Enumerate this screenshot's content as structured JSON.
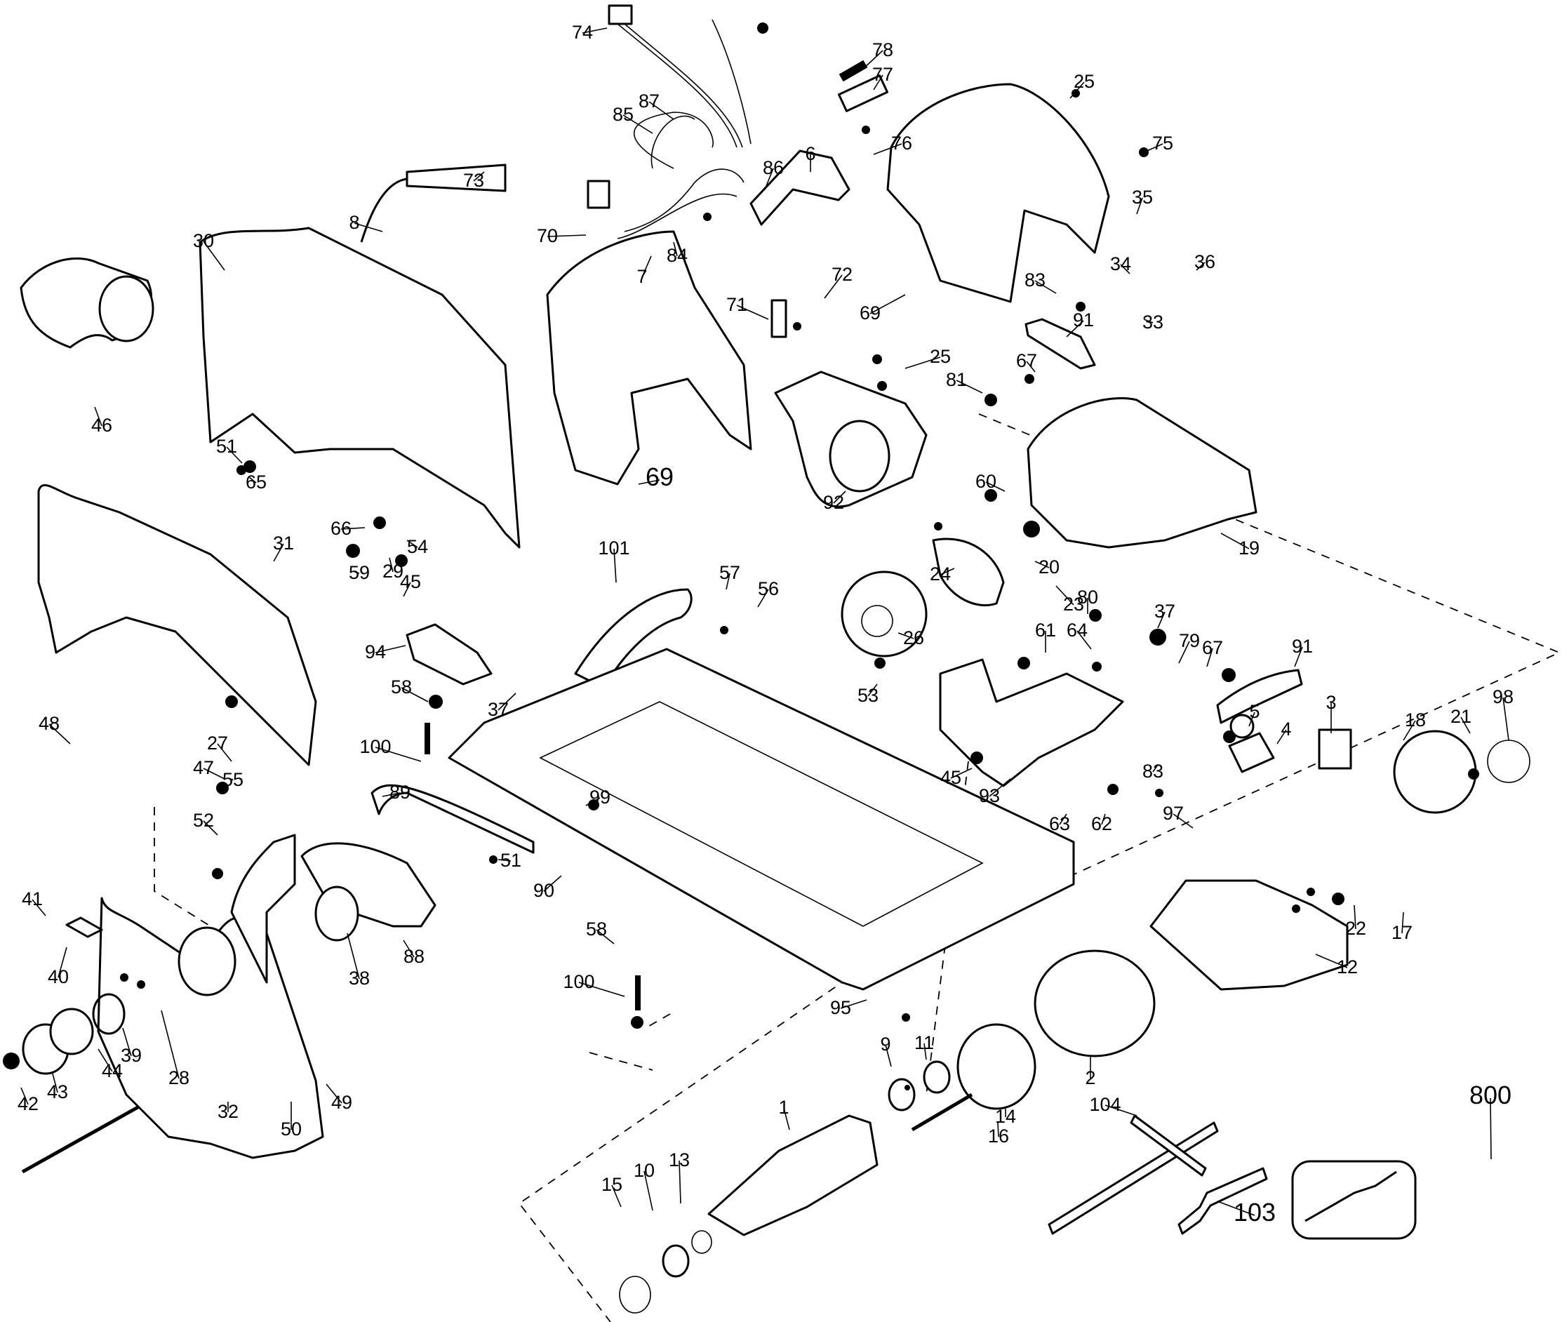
{
  "diagram": {
    "type": "exploded parts diagram",
    "subject": "circular saw",
    "callouts": [
      {
        "id": "74",
        "label": "74"
      },
      {
        "id": "78",
        "label": "78"
      },
      {
        "id": "77",
        "label": "77"
      },
      {
        "id": "87",
        "label": "87"
      },
      {
        "id": "85",
        "label": "85"
      },
      {
        "id": "25a",
        "label": "25"
      },
      {
        "id": "76",
        "label": "76"
      },
      {
        "id": "75",
        "label": "75"
      },
      {
        "id": "6",
        "label": "6"
      },
      {
        "id": "86",
        "label": "86"
      },
      {
        "id": "73",
        "label": "73"
      },
      {
        "id": "8",
        "label": "8"
      },
      {
        "id": "70",
        "label": "70"
      },
      {
        "id": "84",
        "label": "84"
      },
      {
        "id": "7",
        "label": "7"
      },
      {
        "id": "30",
        "label": "30"
      },
      {
        "id": "72",
        "label": "72"
      },
      {
        "id": "71",
        "label": "71"
      },
      {
        "id": "69a",
        "label": "69"
      },
      {
        "id": "35",
        "label": "35"
      },
      {
        "id": "34",
        "label": "34"
      },
      {
        "id": "36",
        "label": "36"
      },
      {
        "id": "33",
        "label": "33"
      },
      {
        "id": "83a",
        "label": "83"
      },
      {
        "id": "91a",
        "label": "91"
      },
      {
        "id": "46",
        "label": "46"
      },
      {
        "id": "25b",
        "label": "25"
      },
      {
        "id": "67a",
        "label": "67"
      },
      {
        "id": "81",
        "label": "81"
      },
      {
        "id": "51a",
        "label": "51"
      },
      {
        "id": "65",
        "label": "65"
      },
      {
        "id": "69b",
        "label": "69"
      },
      {
        "id": "92",
        "label": "92"
      },
      {
        "id": "60",
        "label": "60"
      },
      {
        "id": "19",
        "label": "19"
      },
      {
        "id": "66",
        "label": "66"
      },
      {
        "id": "54",
        "label": "54"
      },
      {
        "id": "31",
        "label": "31"
      },
      {
        "id": "59",
        "label": "59"
      },
      {
        "id": "29",
        "label": "29"
      },
      {
        "id": "45a",
        "label": "45"
      },
      {
        "id": "101",
        "label": "101"
      },
      {
        "id": "24",
        "label": "24"
      },
      {
        "id": "20",
        "label": "20"
      },
      {
        "id": "23",
        "label": "23"
      },
      {
        "id": "57",
        "label": "57"
      },
      {
        "id": "56",
        "label": "56"
      },
      {
        "id": "80",
        "label": "80"
      },
      {
        "id": "37a",
        "label": "37"
      },
      {
        "id": "26",
        "label": "26"
      },
      {
        "id": "94",
        "label": "94"
      },
      {
        "id": "61",
        "label": "61"
      },
      {
        "id": "64",
        "label": "64"
      },
      {
        "id": "79",
        "label": "79"
      },
      {
        "id": "67b",
        "label": "67"
      },
      {
        "id": "91b",
        "label": "91"
      },
      {
        "id": "58a",
        "label": "58"
      },
      {
        "id": "37b",
        "label": "37"
      },
      {
        "id": "53",
        "label": "53"
      },
      {
        "id": "100a",
        "label": "100"
      },
      {
        "id": "45b",
        "label": "45"
      },
      {
        "id": "93",
        "label": "93"
      },
      {
        "id": "83b",
        "label": "83"
      },
      {
        "id": "5",
        "label": "5"
      },
      {
        "id": "4",
        "label": "4"
      },
      {
        "id": "3",
        "label": "3"
      },
      {
        "id": "98",
        "label": "98"
      },
      {
        "id": "21",
        "label": "21"
      },
      {
        "id": "18",
        "label": "18"
      },
      {
        "id": "55",
        "label": "55"
      },
      {
        "id": "99",
        "label": "99"
      },
      {
        "id": "63",
        "label": "63"
      },
      {
        "id": "62",
        "label": "62"
      },
      {
        "id": "48",
        "label": "48"
      },
      {
        "id": "89",
        "label": "89"
      },
      {
        "id": "97",
        "label": "97"
      },
      {
        "id": "27",
        "label": "27"
      },
      {
        "id": "47",
        "label": "47"
      },
      {
        "id": "51b",
        "label": "51"
      },
      {
        "id": "90",
        "label": "90"
      },
      {
        "id": "52",
        "label": "52"
      },
      {
        "id": "41",
        "label": "41"
      },
      {
        "id": "88",
        "label": "88"
      },
      {
        "id": "38",
        "label": "38"
      },
      {
        "id": "22",
        "label": "22"
      },
      {
        "id": "17",
        "label": "17"
      },
      {
        "id": "12",
        "label": "12"
      },
      {
        "id": "40",
        "label": "40"
      },
      {
        "id": "58b",
        "label": "58"
      },
      {
        "id": "100b",
        "label": "100"
      },
      {
        "id": "95",
        "label": "95"
      },
      {
        "id": "11",
        "label": "11"
      },
      {
        "id": "2",
        "label": "2"
      },
      {
        "id": "9",
        "label": "9"
      },
      {
        "id": "39",
        "label": "39"
      },
      {
        "id": "42",
        "label": "42"
      },
      {
        "id": "43",
        "label": "43"
      },
      {
        "id": "44",
        "label": "44"
      },
      {
        "id": "28",
        "label": "28"
      },
      {
        "id": "14",
        "label": "14"
      },
      {
        "id": "32",
        "label": "32"
      },
      {
        "id": "49",
        "label": "49"
      },
      {
        "id": "1",
        "label": "1"
      },
      {
        "id": "16",
        "label": "16"
      },
      {
        "id": "50",
        "label": "50"
      },
      {
        "id": "104",
        "label": "104"
      },
      {
        "id": "800",
        "label": "800"
      },
      {
        "id": "15",
        "label": "15"
      },
      {
        "id": "10",
        "label": "10"
      },
      {
        "id": "13",
        "label": "13"
      },
      {
        "id": "103",
        "label": "103"
      }
    ]
  }
}
